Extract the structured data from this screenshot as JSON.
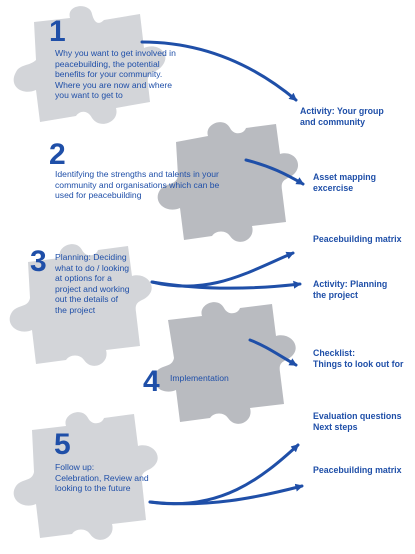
{
  "colors": {
    "accent": "#1f4fa8",
    "puzzle_piece": "#c9cbd0",
    "puzzle_piece_dark": "#b4b6bb"
  },
  "steps": [
    {
      "number": "1",
      "text": "Why you want to get involved in peacebuilding, the potential benefits for your community. Where you are now and where you want to get to"
    },
    {
      "number": "2",
      "text": "Identifying the strengths and talents in your community and organisations which can be used for peacebuilding"
    },
    {
      "number": "3",
      "text": "Planning: Deciding what to do / looking at options for a project and working out the details of the project"
    },
    {
      "number": "4",
      "text": "Implementation"
    },
    {
      "number": "5",
      "text": "Follow up:\nCelebration, Review and looking to the future"
    }
  ],
  "targets": [
    "Activity: Your group\nand community",
    "Asset mapping\nexcercise",
    "Peacebuilding matrix",
    "Activity: Planning\nthe project",
    "Checklist:\nThings to look out for",
    "Evaluation questions\nNext steps",
    "Peacebuilding matrix"
  ]
}
